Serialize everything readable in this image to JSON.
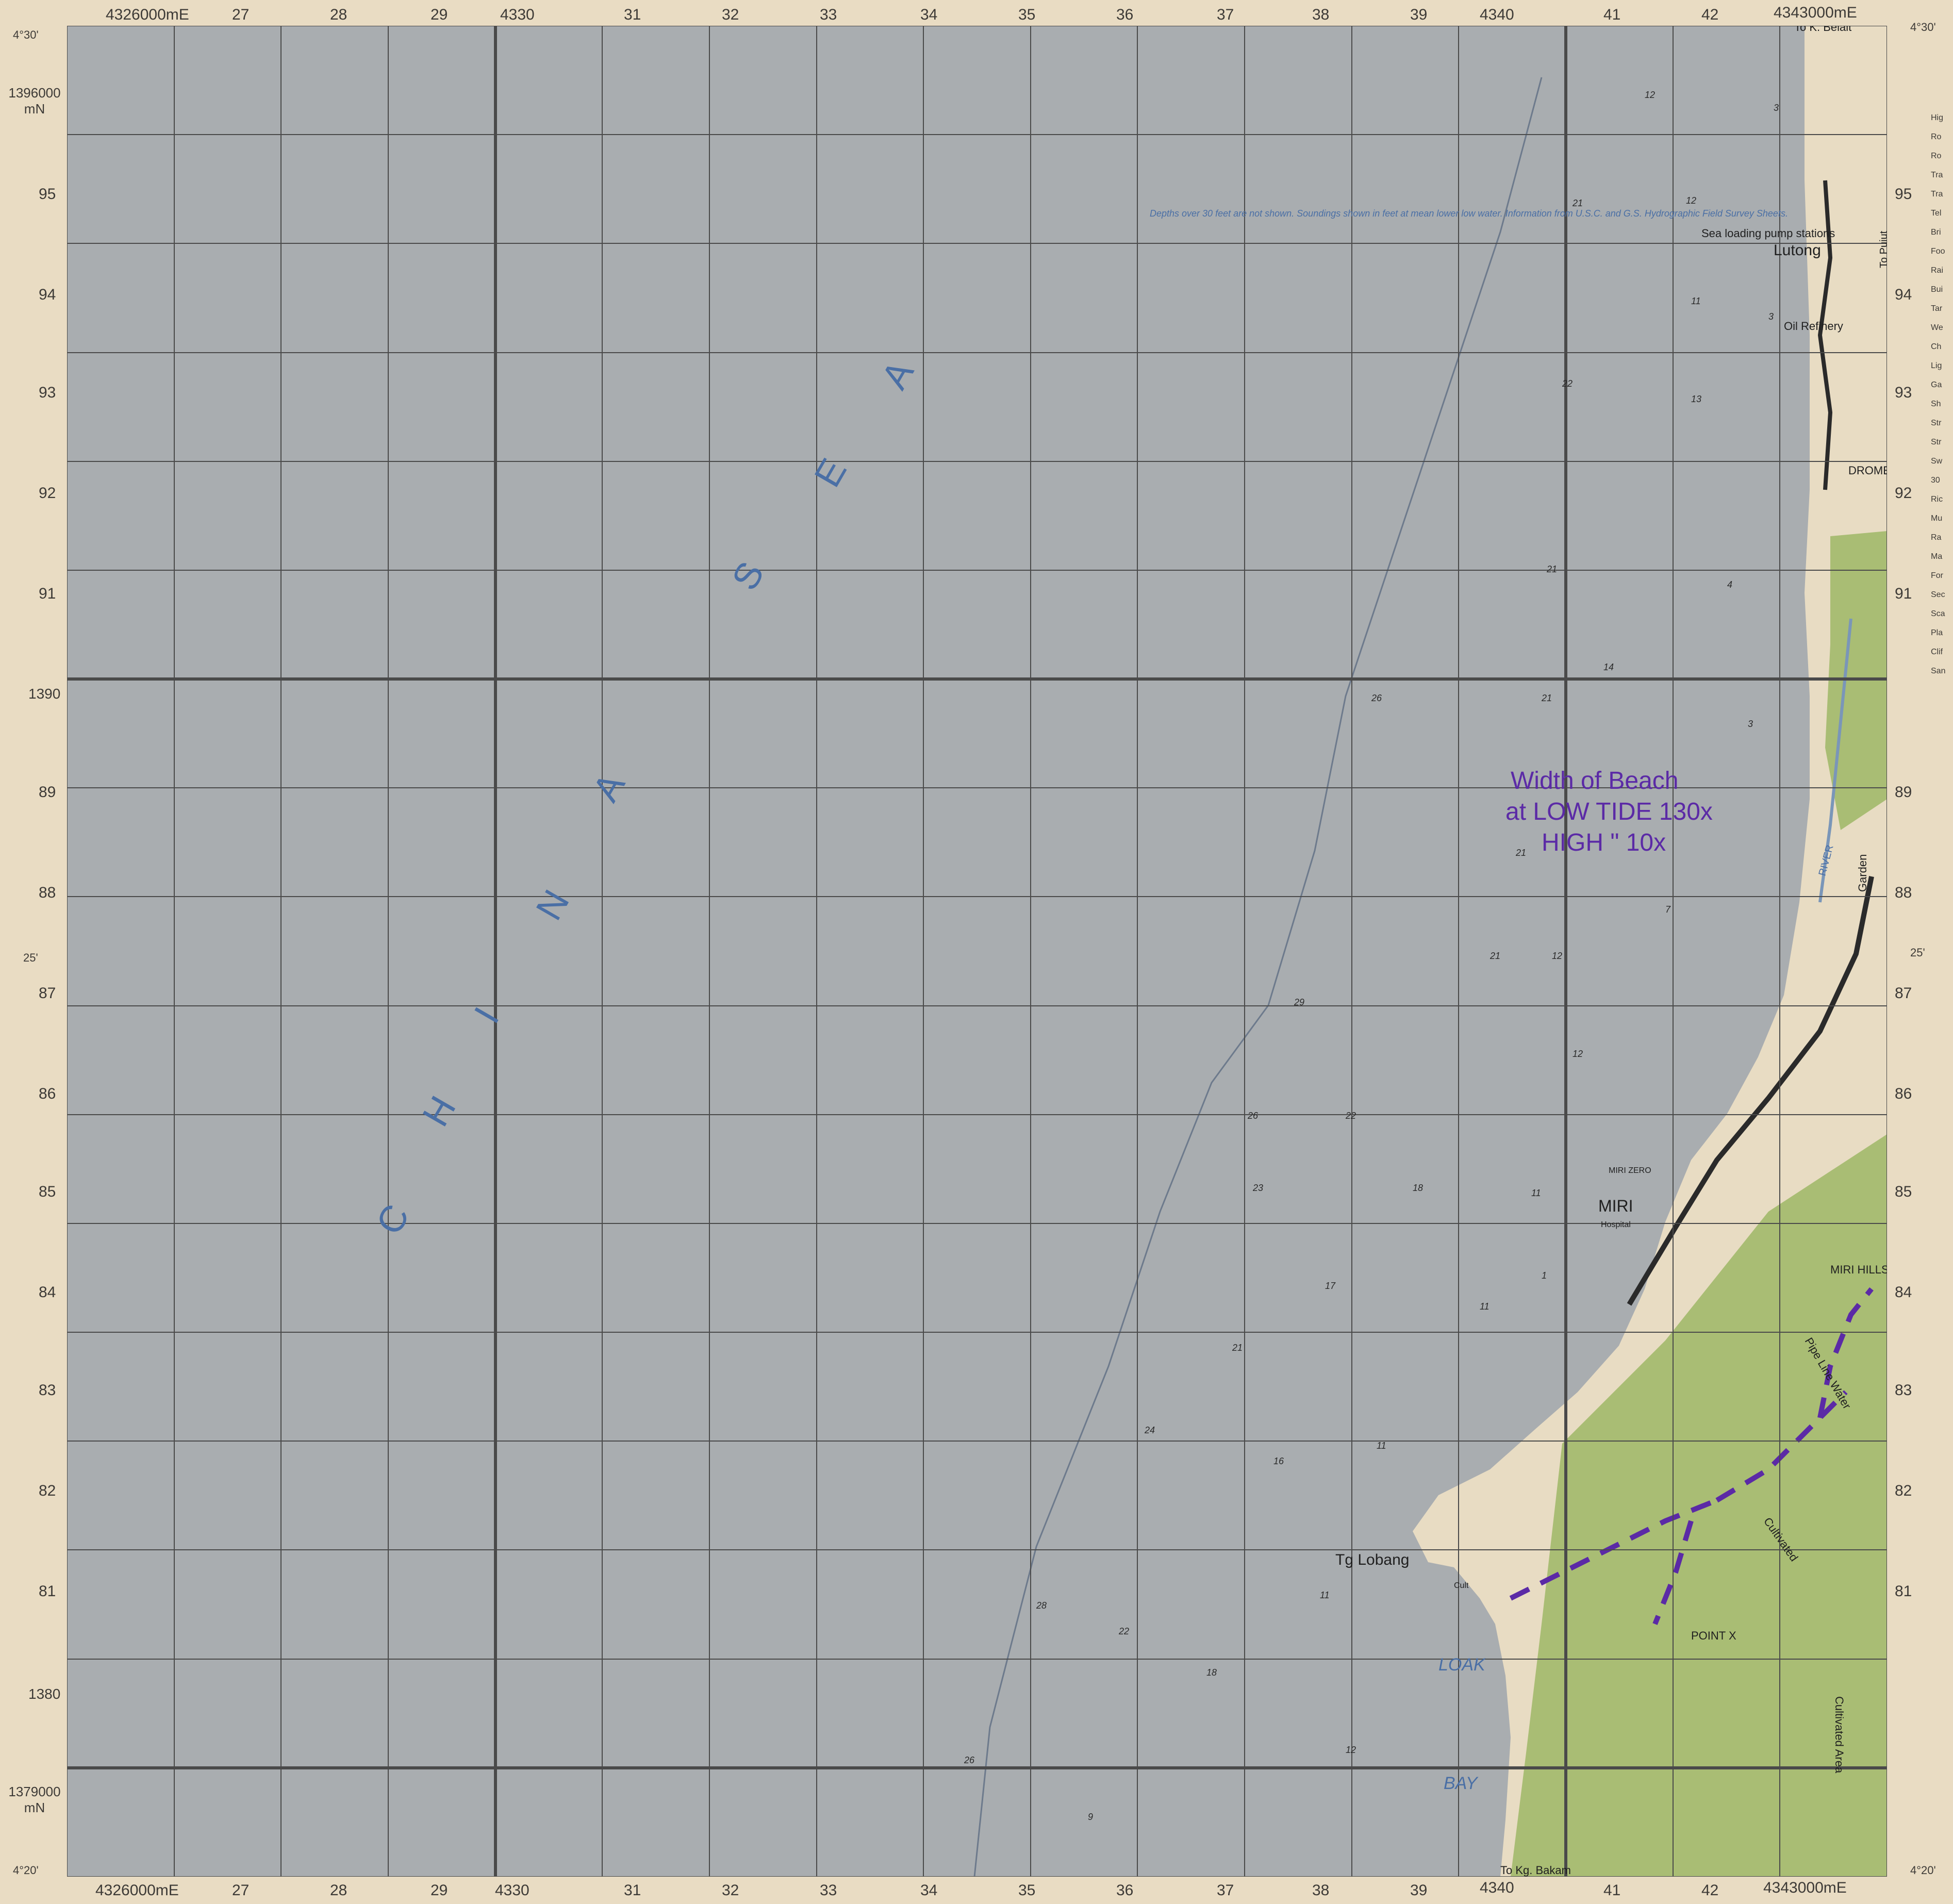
{
  "map": {
    "top_left_latitude": "4°30'",
    "bottom_left_latitude": "4°20'",
    "mid_left_latitude": "25'",
    "top_right_latitude": "4°30'",
    "bottom_right_latitude": "4°20'",
    "mid_right_latitude": "25'",
    "top_easting_start": "4326000mE",
    "top_easting_mid": "4330",
    "top_easting_end": "4343000mE",
    "top_easting_40": "4340",
    "bottom_easting_start": "4326000mE",
    "bottom_easting_mid": "4330",
    "bottom_easting_end": "4343000mE",
    "bottom_easting_40": "4340",
    "northing_top": "1396000 mN",
    "northing_bottom": "1379000 mN",
    "northing_1390": "1390",
    "northing_1380": "1380",
    "easting_ticks": [
      "27",
      "28",
      "29",
      "31",
      "32",
      "33",
      "34",
      "35",
      "36",
      "37",
      "38",
      "39",
      "41",
      "42"
    ],
    "northing_ticks": [
      "95",
      "94",
      "93",
      "92",
      "91",
      "89",
      "88",
      "87",
      "86",
      "85",
      "84",
      "83",
      "82",
      "81"
    ],
    "sea_name": "CHINA SEA",
    "sea_letters": [
      "C",
      "H",
      "I",
      "N",
      "A",
      "S",
      "E",
      "A"
    ],
    "depth_note": "Depths over 30 feet are not shown. Soundings shown in feet at mean lower low water. Information from U.S.C. and G.S. Hydrographic Field Survey Sheets.",
    "annotation": {
      "line1": "Width of Beach",
      "line2": "at LOW TIDE 130x",
      "line3": "HIGH \" 10x"
    },
    "places": {
      "to_kuala_belait": "To K. Belait",
      "sea_loading": "Sea loading pump stations",
      "lutong": "Lutong",
      "oil_refinery": "Oil Refinery",
      "drome": "DROME",
      "to_pujut": "To Pujut",
      "miri": "MIRI",
      "hospital": "Hospital",
      "miri_zero": "MIRI ZERO",
      "miri_hills": "MIRI HILLS",
      "tg_lobang": "Tg Lobang",
      "loak": "LOAK",
      "bay": "BAY",
      "point_x": "POINT X",
      "cultivated": "Cultivated",
      "cultivated_area": "Cultivated Area",
      "pipe_line_water": "Pipe Line Water",
      "garden": "Garden",
      "river": "RIVER",
      "to_kg_bakam": "To Kg. Bakam",
      "cult": "Cult"
    },
    "soundings": [
      "12",
      "3",
      "21",
      "12",
      "11",
      "3",
      "22",
      "13",
      "21",
      "4",
      "14",
      "26",
      "21",
      "3",
      "21",
      "7",
      "21",
      "12",
      "29",
      "12",
      "26",
      "22",
      "23",
      "18",
      "11",
      "17",
      "11",
      "1",
      "21",
      "24",
      "16",
      "11",
      "28",
      "22",
      "18",
      "11",
      "26",
      "12",
      "9"
    ],
    "legend_partial": [
      "Hig",
      "Ro",
      "Ro",
      "Tra",
      "Tra",
      "Tel",
      "Bri",
      "Foo",
      "Rai",
      "Bui",
      "Tar",
      "We",
      "Ch",
      "Lig",
      "Ga",
      "Sh",
      "Str",
      "Str",
      "Sw",
      "30",
      "Ric",
      "Mu",
      "Ra",
      "Ma",
      "For",
      "Sec",
      "Sca",
      "Pla",
      "Clif",
      "San"
    ],
    "colors": {
      "sea": "#a9adb0",
      "land": "#e8dcc3",
      "vegetation": "#a9bd74",
      "grid_line": "#4a4a4a",
      "town": "#2a2a2a",
      "blue_text": "#4a6fa5",
      "purple_annotation": "#5b2aa6"
    }
  }
}
